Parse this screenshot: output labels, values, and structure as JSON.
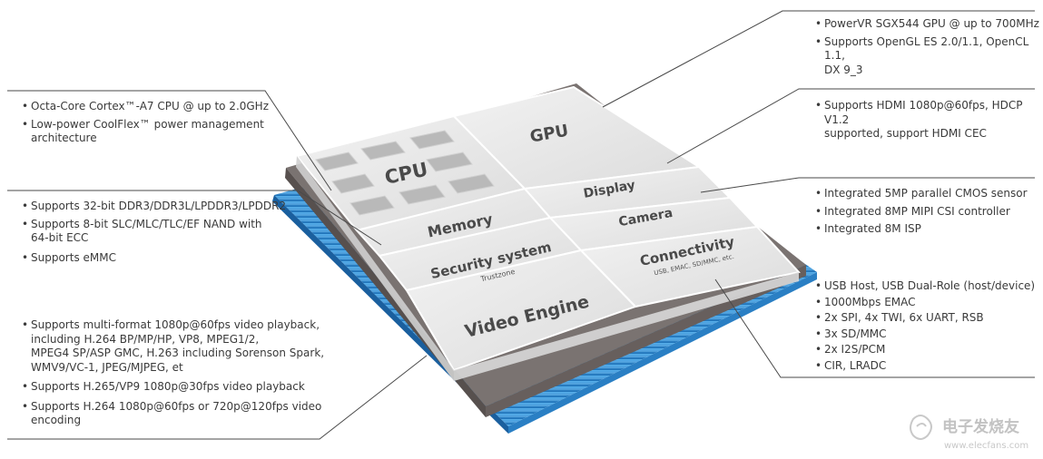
{
  "blocks": {
    "cpu": "CPU",
    "gpu": "GPU",
    "display": "Display",
    "memory": "Memory",
    "camera": "Camera",
    "security": "Security system",
    "security_sub": "Trustzone",
    "connectivity": "Connectivity",
    "connectivity_sub": "USB, EMAC, SD/MMC, etc.",
    "video": "Video Engine"
  },
  "callouts": {
    "cpu": [
      "Octa-Core Cortex™-A7 CPU @ up to 2.0GHz",
      "Low-power CoolFlex™ power management\narchitecture"
    ],
    "memory": [
      "Supports 32-bit DDR3/DDR3L/LPDDR3/LPDDR2",
      "Supports 8-bit SLC/MLC/TLC/EF NAND with\n64-bit ECC",
      "Supports eMMC"
    ],
    "video": [
      "Supports multi-format 1080p@60fps video playback,\nincluding H.264 BP/MP/HP, VP8, MPEG1/2,\nMPEG4 SP/ASP GMC, H.263 including Sorenson Spark,\nWMV9/VC-1, JPEG/MJPEG, et",
      "Supports H.265/VP9 1080p@30fps video playback",
      "Supports H.264 1080p@60fps or 720p@120fps video\nencoding"
    ],
    "gpu": [
      "PowerVR SGX544 GPU @ up to 700MHz",
      "Supports OpenGL ES 2.0/1.1, OpenCL  1.1,\nDX 9_3"
    ],
    "display": [
      "Supports HDMI 1080p@60fps, HDCP V1.2\nsupported, support HDMI CEC"
    ],
    "camera": [
      "Integrated 5MP parallel CMOS sensor",
      "Integrated 8MP MIPI CSI controller",
      "Integrated 8M ISP"
    ],
    "connectivity": [
      "USB Host, USB Dual-Role (host/device)",
      "1000Mbps EMAC",
      "2x SPI, 4x TWI, 6x UART, RSB",
      "3x SD/MMC",
      "2x I2S/PCM",
      "CIR, LRADC"
    ]
  },
  "watermark": {
    "name": "电子发烧友",
    "url": "www.elecfans.com"
  },
  "colors": {
    "substrate": "#2f8fd8",
    "substrate_dark": "#1b6fb8",
    "tray": "#6b6462",
    "tile": "#e6e6e6",
    "tile_edge": "#ffffff",
    "core": "#b9b9b9",
    "leader": "#4a4a4a"
  }
}
